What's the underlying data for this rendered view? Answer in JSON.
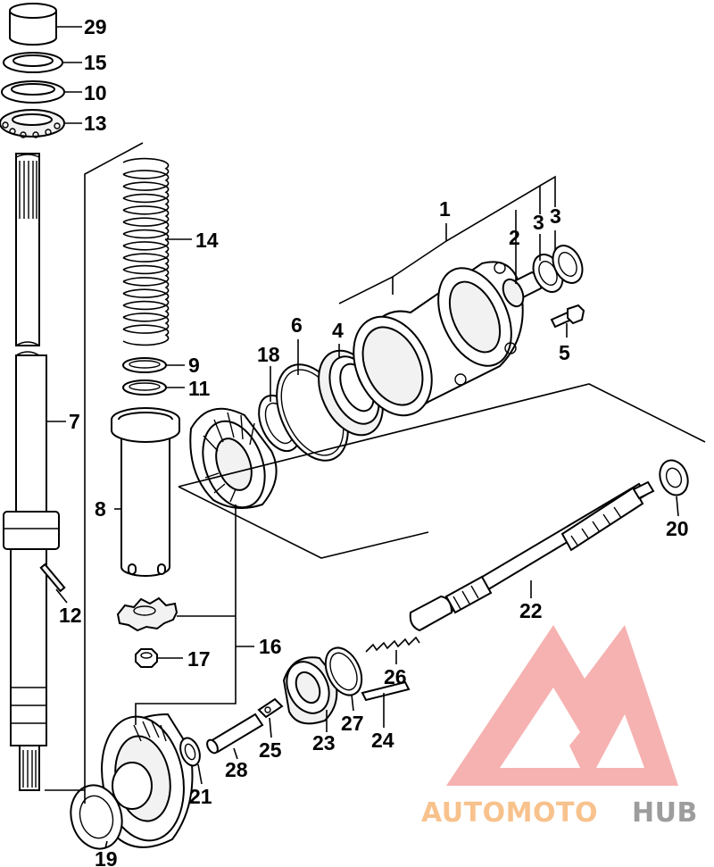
{
  "callouts": {
    "c1": "1",
    "c2": "2",
    "c3a": "3",
    "c3b": "3",
    "c4": "4",
    "c5": "5",
    "c6": "6",
    "c7": "7",
    "c8": "8",
    "c9": "9",
    "c10": "10",
    "c11": "11",
    "c12": "12",
    "c13": "13",
    "c14": "14",
    "c15": "15",
    "c16": "16",
    "c17": "17",
    "c18": "18",
    "c19": "19",
    "c20": "20",
    "c21": "21",
    "c22": "22",
    "c23": "23",
    "c24": "24",
    "c25": "25",
    "c26": "26",
    "c27": "27",
    "c28": "28",
    "c29": "29"
  },
  "watermark": {
    "word_a": "AUTOMOTO",
    "word_b": "HUB",
    "color_a": "#f7b87a",
    "color_b": "#8c8c8c",
    "logo_color": "#f4a3a3"
  }
}
